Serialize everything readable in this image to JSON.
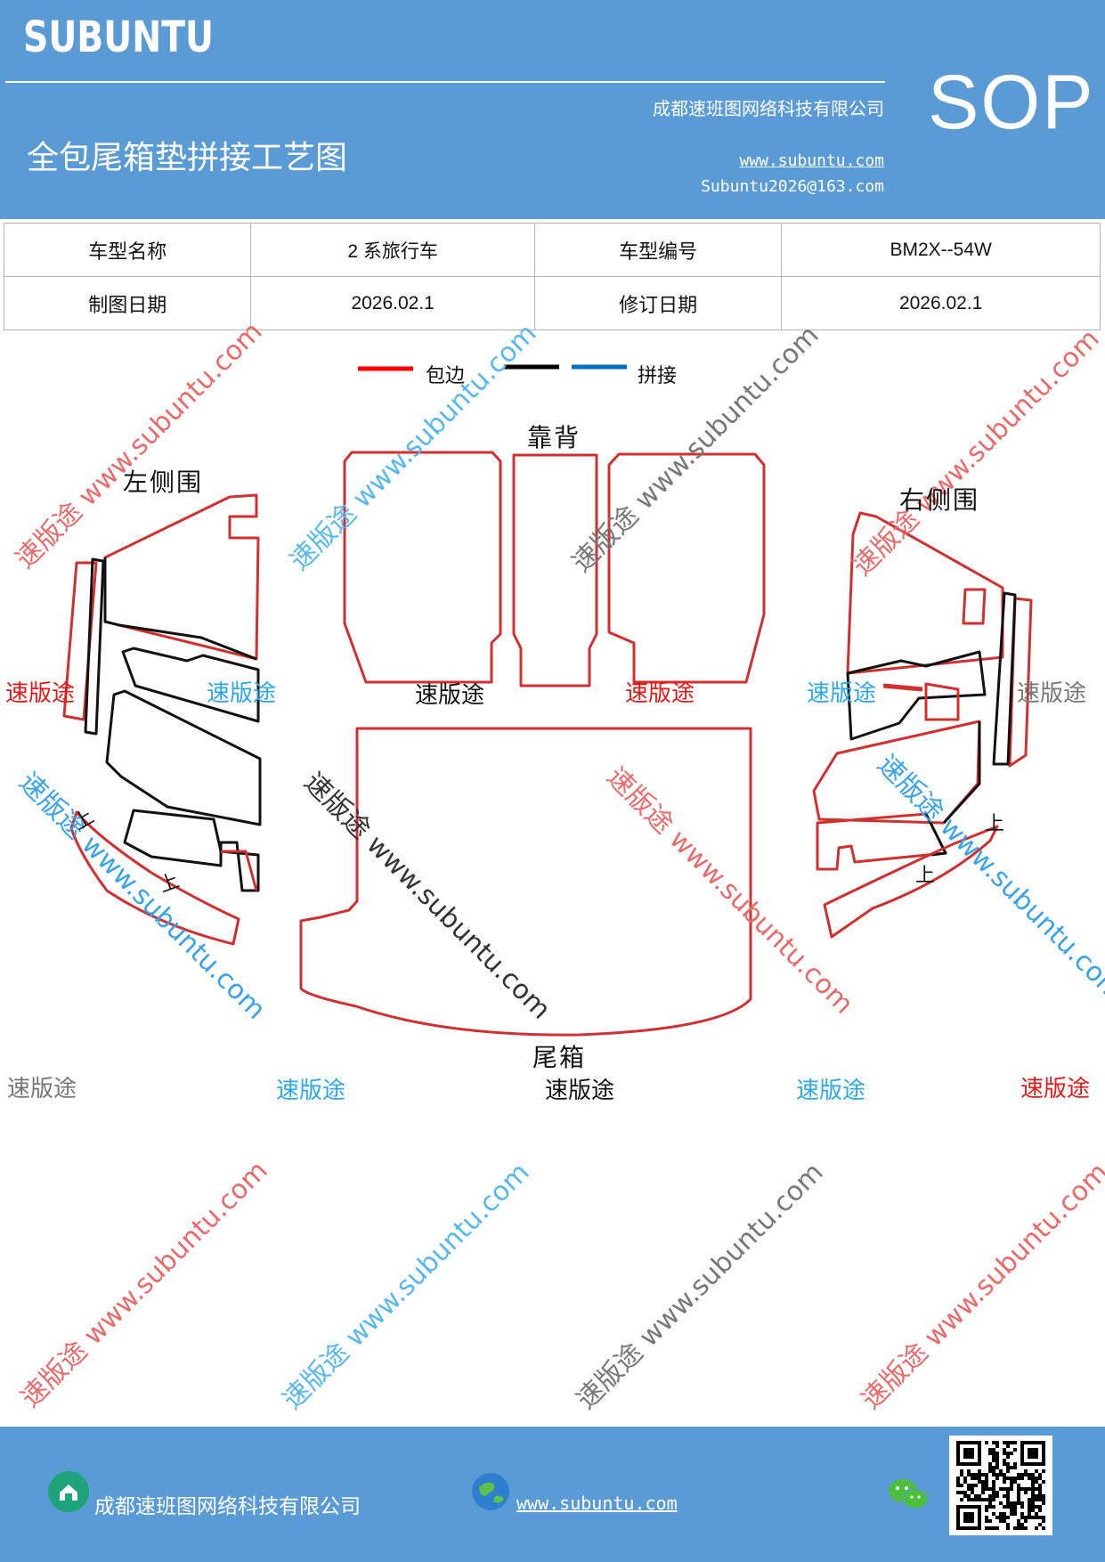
{
  "header": {
    "brand": "SUBUNTU",
    "title": "全包尾箱垫拼接工艺图",
    "company": "成都速班图网络科技有限公司",
    "website": "www.subuntu.com",
    "email": "Subuntu2026@163.com",
    "doc_type": "SOP"
  },
  "info_table": {
    "model_name_label": "车型名称",
    "model_name_value": "2 系旅行车",
    "model_code_label": "车型编号",
    "model_code_value": "BM2X--54W",
    "draw_date_label": "制图日期",
    "draw_date_value": "2026.02.1",
    "revise_date_label": "修订日期",
    "revise_date_value": "2026.02.1"
  },
  "legend": {
    "items": [
      {
        "label": "包边",
        "color": "#ff0000"
      },
      {
        "label": "",
        "color": "#000000"
      },
      {
        "label": "拼接",
        "color": "#0070c0"
      }
    ]
  },
  "parts": {
    "left_side": "左侧围",
    "right_side": "右侧围",
    "backrest": "靠背",
    "trunk": "尾箱",
    "up_mark": "上"
  },
  "watermarks": {
    "brand_cn": "速版途",
    "brand_url": "速版途 www.subuntu.com",
    "url": "www.subuntu.com"
  },
  "footer": {
    "company": "成都速班图网络科技有限公司",
    "website": "www.subuntu.com"
  },
  "colors": {
    "header_bg": "#5b9bd5",
    "edge_red": "#d03030",
    "seam_black": "#111111"
  },
  "icons": [
    "home-icon",
    "globe-icon",
    "wechat-icon",
    "qr-code"
  ]
}
